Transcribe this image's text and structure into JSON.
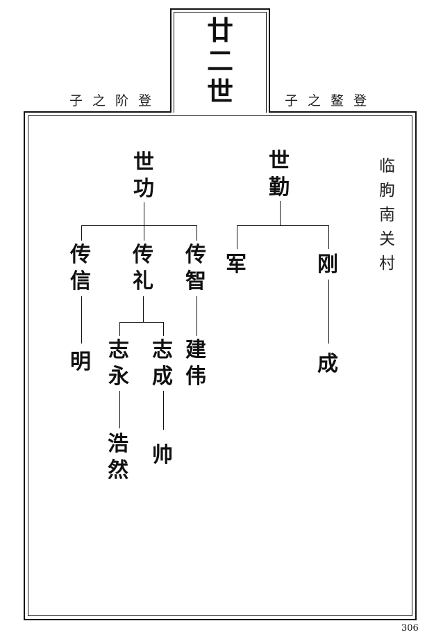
{
  "generation_title": [
    "廿",
    "二",
    "世"
  ],
  "left_subtitle": "子之阶登",
  "right_subtitle": "子之鳌登",
  "village": [
    "临",
    "朐",
    "南",
    "关",
    "村"
  ],
  "members": {
    "shigong": [
      "世",
      "功"
    ],
    "shiqin": [
      "世",
      "勤"
    ],
    "chuanxin": [
      "传",
      "信"
    ],
    "chuanli": [
      "传",
      "礼"
    ],
    "chuanzhi": [
      "传",
      "智"
    ],
    "jun": [
      "军"
    ],
    "gang": [
      "刚"
    ],
    "ming": [
      "明"
    ],
    "zhiyong": [
      "志",
      "永"
    ],
    "zhicheng": [
      "志",
      "成"
    ],
    "jianwei": [
      "建",
      "伟"
    ],
    "cheng": [
      "成"
    ],
    "haoran": [
      "浩",
      "然"
    ],
    "shuai": [
      "帅"
    ]
  },
  "page_number": "306"
}
